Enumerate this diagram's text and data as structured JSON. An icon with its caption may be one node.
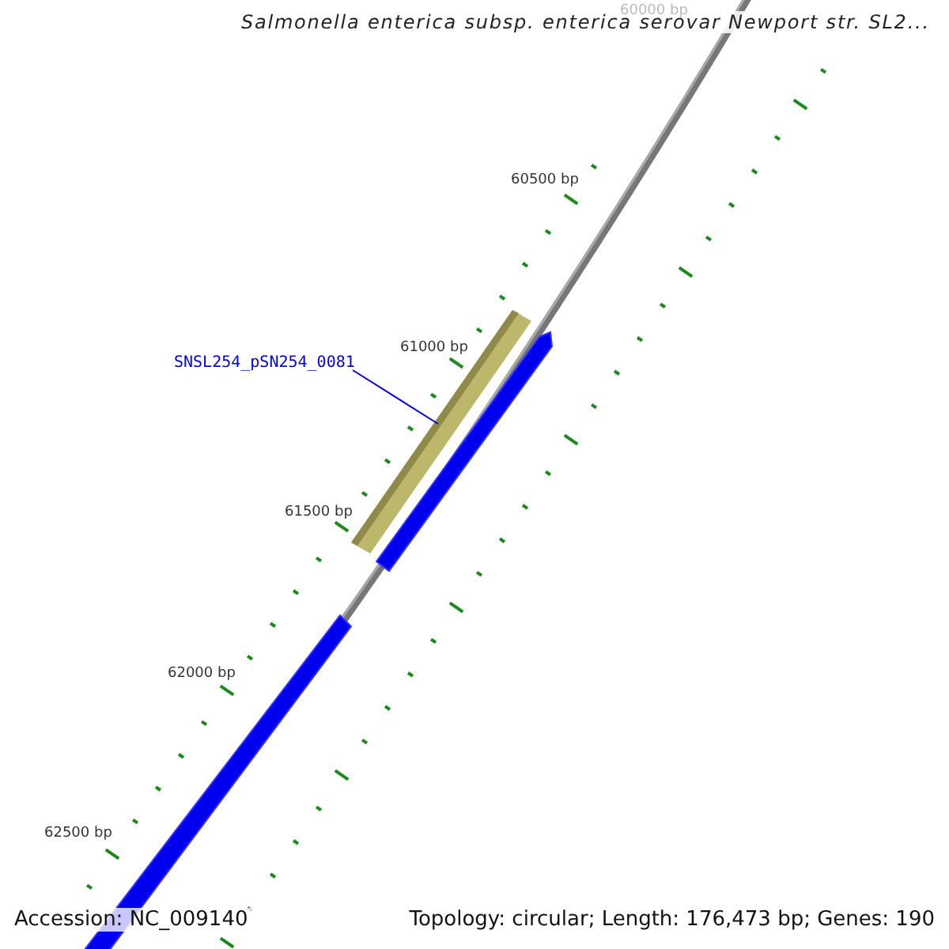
{
  "diagram": {
    "title": "Salmonella enterica subsp. enterica serovar Newport str. SL2...",
    "nodes": [
      {
        "text": [
          "SNSL254_pSN254_0081"
        ]
      },
      {
        "text": [],
        "shape": "bar"
      }
    ],
    "edges": [
      {
        "from": 0,
        "to": 1,
        "arrow": "none"
      }
    ],
    "labels": [
      "60000 bp",
      "60500 bp",
      "61000 bp",
      "61500 bp",
      "62000 bp",
      "62500 bp",
      "Accession: NC_009140",
      "Topology: circular; Length: 176,473 bp; Genes: 190"
    ]
  }
}
